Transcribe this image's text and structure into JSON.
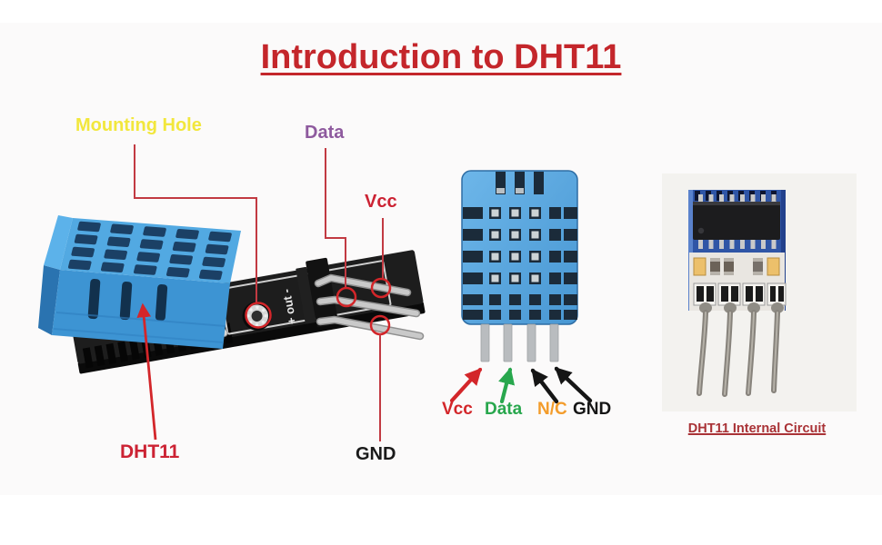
{
  "title": "Introduction to DHT11",
  "left_module": {
    "labels": {
      "mounting_hole": "Mounting Hole",
      "data": "Data",
      "vcc": "Vcc",
      "gnd": "GND",
      "name": "DHT11"
    },
    "silkscreen": "+ out -"
  },
  "pinout": {
    "pins": [
      {
        "label": "Vcc",
        "color": "#d3262a"
      },
      {
        "label": "Data",
        "color": "#28a74d"
      },
      {
        "label": "N/C",
        "color": "#f39c2b"
      },
      {
        "label": "GND",
        "color": "#151515"
      }
    ]
  },
  "internal": {
    "caption": "DHT11 Internal Circuit"
  },
  "palette": {
    "title_red": "#c4262b",
    "label_yellow": "#f2e73c",
    "label_purple": "#8e5a9e",
    "label_red": "#cc2233",
    "label_green": "#28a74d",
    "label_orange": "#f39c2b",
    "leader_line_red": "#c23a42",
    "sensor_blue": "#4aa3df",
    "pcb_black": "#1d1d1d"
  }
}
